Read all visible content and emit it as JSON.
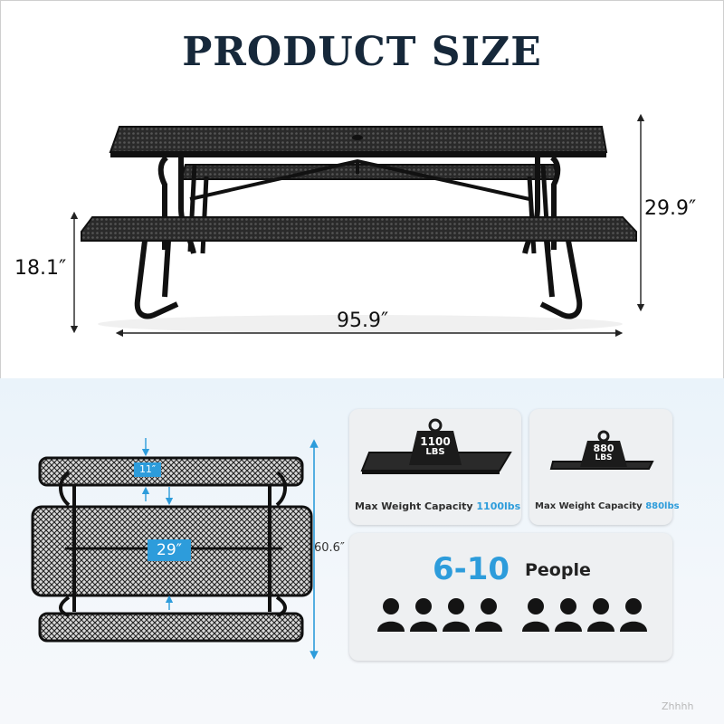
{
  "title": "PRODUCT SIZE",
  "dimensions": {
    "height": "29.9″",
    "bench_height": "18.1″",
    "length": "95.9″",
    "bench_depth": "11″",
    "table_depth": "29″",
    "overall_width": "60.6″"
  },
  "cards": {
    "max_weight_table": {
      "weight_number": "1100",
      "weight_unit": "LBS",
      "caption_prefix": "Max Weight Capacity ",
      "caption_value": "1100lbs"
    },
    "max_weight_bench": {
      "weight_number": "880",
      "weight_unit": "LBS",
      "caption_prefix": "Max Weight Capacity ",
      "caption_value": "880lbs"
    },
    "capacity": {
      "range": "6-10",
      "label": "People",
      "icon": "person-icon",
      "icon_count": 8
    }
  },
  "watermark": "Zhhhh",
  "colors": {
    "title": "#16283a",
    "accent_blue": "#2d9cdb",
    "table_black": "#1e1e1e"
  }
}
